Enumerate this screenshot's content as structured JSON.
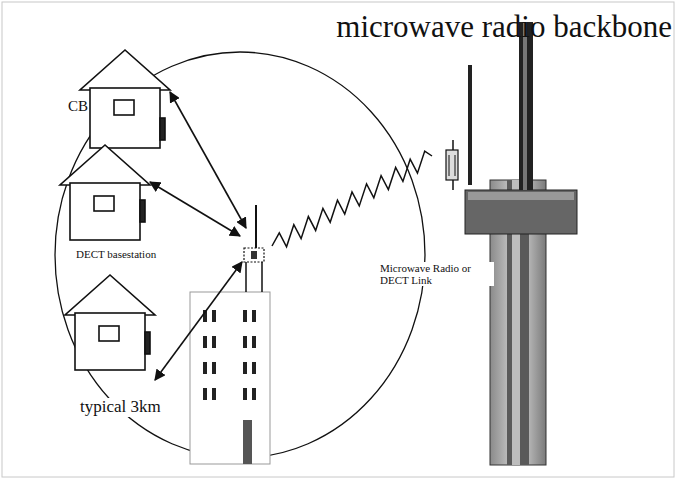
{
  "diagram": {
    "title": "microwave radio backbone",
    "labels": [
      "CB",
      "DECT basestation",
      "typical 3km",
      "Microwave Radio or DECT Link"
    ]
  }
}
